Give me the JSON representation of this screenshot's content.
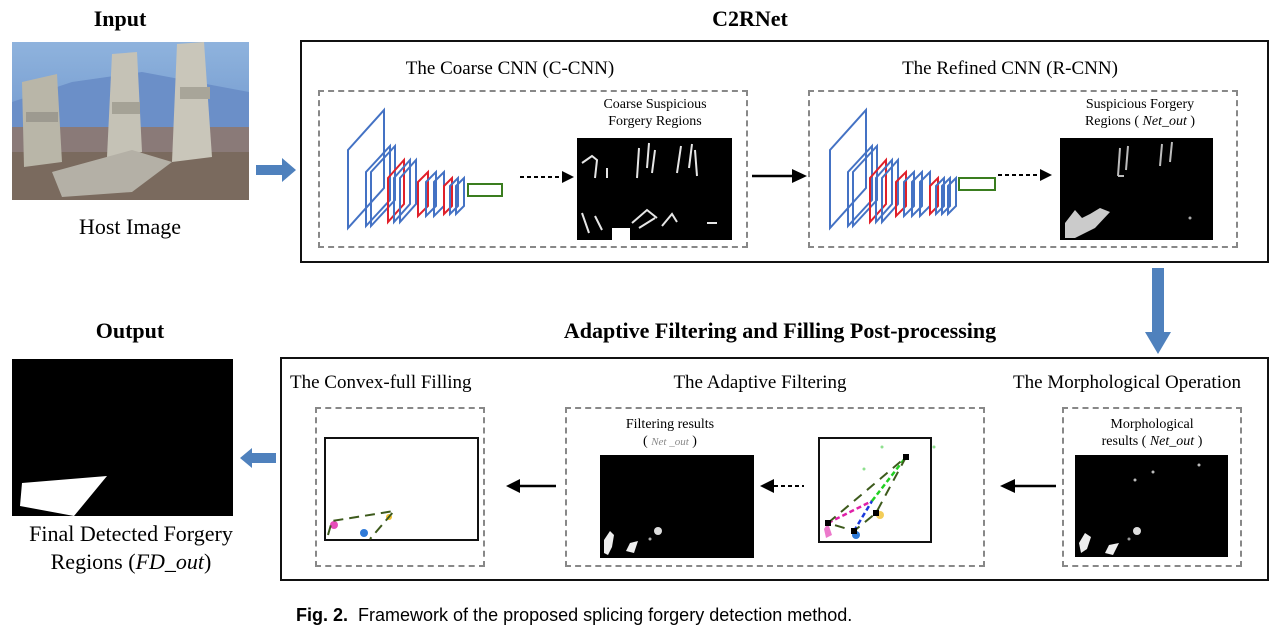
{
  "input": {
    "title": "Input",
    "image_label": "Host Image"
  },
  "c2rnet": {
    "title": "C2RNet",
    "ccnn": {
      "title": "The Coarse CNN (C-CNN)",
      "result_label_line1": "Coarse Suspicious",
      "result_label_line2": "Forgery Regions"
    },
    "rcnn": {
      "title": "The Refined CNN (R-CNN)",
      "result_label_line1": "Suspicious Forgery",
      "result_label_line2_prefix": "Regions ( ",
      "result_label_line2_var": "Net_out",
      "result_label_line2_suffix": " )"
    }
  },
  "postprocessing": {
    "title": "Adaptive Filtering and Filling Post-processing",
    "convex": {
      "title": "The Convex-full Filling"
    },
    "adaptive": {
      "title": "The Adaptive Filtering",
      "result_label_line1": "Filtering results",
      "result_label_line2_prefix": "( ",
      "result_label_line2_var": "Net _out",
      "result_label_line2_suffix": " )"
    },
    "morph": {
      "title": "The Morphological Operation",
      "result_label_line1": "Morphological",
      "result_label_line2_prefix": "results ( ",
      "result_label_line2_var": "Net_out",
      "result_label_line2_suffix": " )"
    }
  },
  "output": {
    "title": "Output",
    "label_line1": "Final Detected Forgery",
    "label_line2_prefix": "Regions (",
    "label_line2_var": "FD_out",
    "label_line2_suffix": ")"
  },
  "caption": {
    "fig": "Fig. 2.",
    "text": "Framework of the proposed splicing forgery detection method."
  },
  "colors": {
    "flow_arrow": "#4f81bd",
    "conv_layer": "#4472c4",
    "pool_layer": "#e0202a",
    "fc_layer": "#3a7d1f",
    "dashed_border": "#888888"
  }
}
